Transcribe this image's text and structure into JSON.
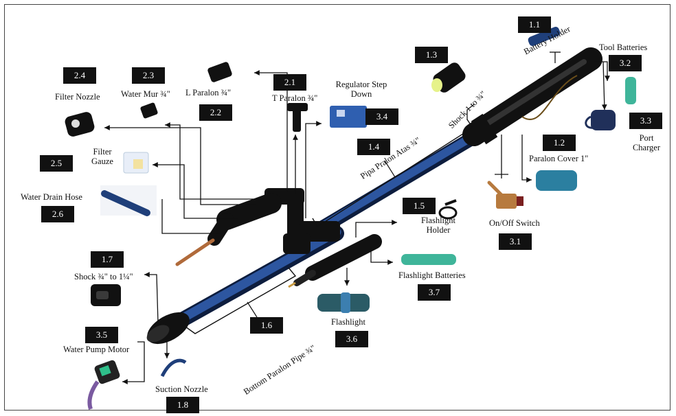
{
  "components": {
    "c1_1": {
      "num": "1.1",
      "label": "Battery Holder"
    },
    "c1_2": {
      "num": "1.2",
      "label": "Paralon Cover 1\""
    },
    "c1_3": {
      "num": "1.3",
      "label": "Shock 1 to ¾\""
    },
    "c1_4": {
      "num": "1.4",
      "label": "Pipa Pralon Atas ¾\""
    },
    "c1_5": {
      "num": "1.5",
      "label_line1": "Flashlight",
      "label_line2": "Holder"
    },
    "c1_6": {
      "num": "1.6",
      "label": "Bottom Paralon Pipe ¾\""
    },
    "c1_7": {
      "num": "1.7",
      "label": "Shock ¾\" to 1¼\""
    },
    "c1_8": {
      "num": "1.8",
      "label": "Suction Nozzle"
    },
    "c2_1": {
      "num": "2.1",
      "label": "T Paralon ¾\""
    },
    "c2_2": {
      "num": "2.2",
      "label": "L Paralon ¾\""
    },
    "c2_3": {
      "num": "2.3",
      "label": "Water Mur ¾\""
    },
    "c2_4": {
      "num": "2.4",
      "label": "Filter Nozzle"
    },
    "c2_5": {
      "num": "2.5",
      "label_line1": "Filter",
      "label_line2": "Gauze"
    },
    "c2_6": {
      "num": "2.6",
      "label": "Water Drain Hose"
    },
    "c3_1": {
      "num": "3.1",
      "label": "On/Off Switch"
    },
    "c3_2": {
      "num": "3.2",
      "label": "Tool Batteries"
    },
    "c3_3": {
      "num": "3.3",
      "label_line1": "Port",
      "label_line2": "Charger"
    },
    "c3_4": {
      "num": "3.4",
      "label_line1": "Regulator Step",
      "label_line2": "Down"
    },
    "c3_5": {
      "num": "3.5",
      "label": "Water Pump Motor"
    },
    "c3_6": {
      "num": "3.6",
      "label": "Flashlight"
    },
    "c3_7": {
      "num": "3.7",
      "label": "Flashlight Batteries"
    }
  },
  "colors": {
    "pipe_blue": "#1f3f7a",
    "fitting_black": "#151515",
    "badge_bg": "#111111",
    "battery_green": "#3fb59a"
  }
}
